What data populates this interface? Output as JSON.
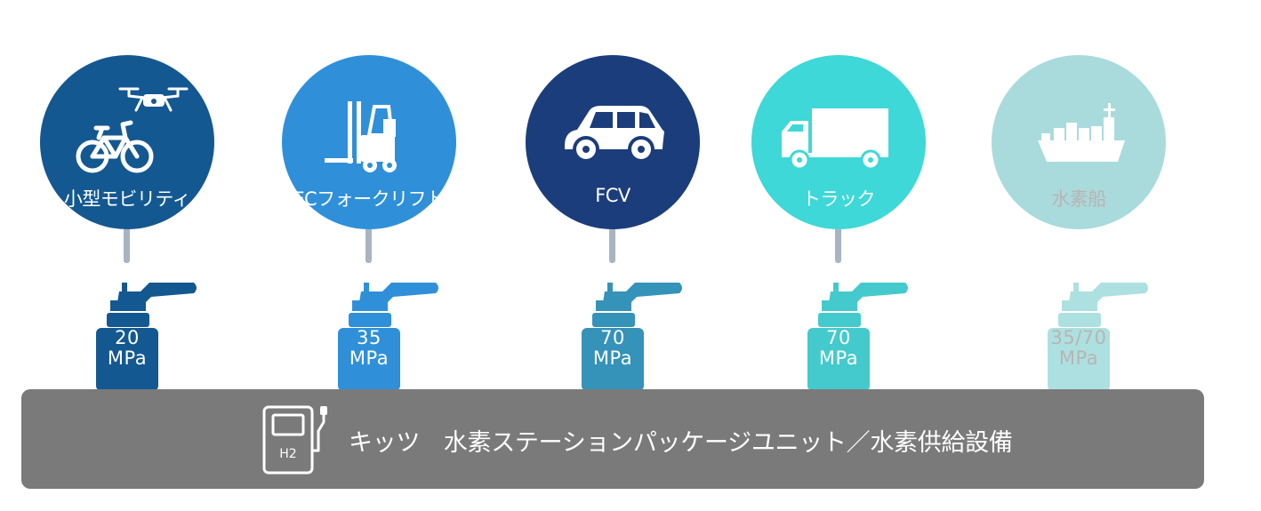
{
  "stations": [
    {
      "label": "小型モビリティ",
      "pressure_value": "20",
      "pressure_unit": "MPa",
      "color": "#145891",
      "icon": "drone-bicycle-icon"
    },
    {
      "label": "FCフォークリフト",
      "pressure_value": "35",
      "pressure_unit": "MPa",
      "color": "#2f90d9",
      "icon": "forklift-icon"
    },
    {
      "label": "FCV",
      "pressure_value": "70",
      "pressure_unit": "MPa",
      "color": "#1c3d7c",
      "icon": "car-icon"
    },
    {
      "label": "トラック",
      "pressure_value": "70",
      "pressure_unit": "MPa",
      "color": "#3ed8d8",
      "icon": "truck-icon"
    },
    {
      "label": "水素船",
      "pressure_value": "35/70",
      "pressure_unit": "MPa",
      "color": "#a9dbdc",
      "icon": "ship-icon"
    }
  ],
  "valve_colors": [
    "#145891",
    "#2f90d9",
    "#3592b8",
    "#44cacc",
    "#ade0e0"
  ],
  "faded_text_color": "#b9b4b4",
  "base": {
    "title": "キッツ　水素ステーションパッケージユニット／水素供給設備",
    "icon_label": "H2",
    "icon": "hydrogen-dispenser-icon",
    "color": "#7a7a7a"
  }
}
